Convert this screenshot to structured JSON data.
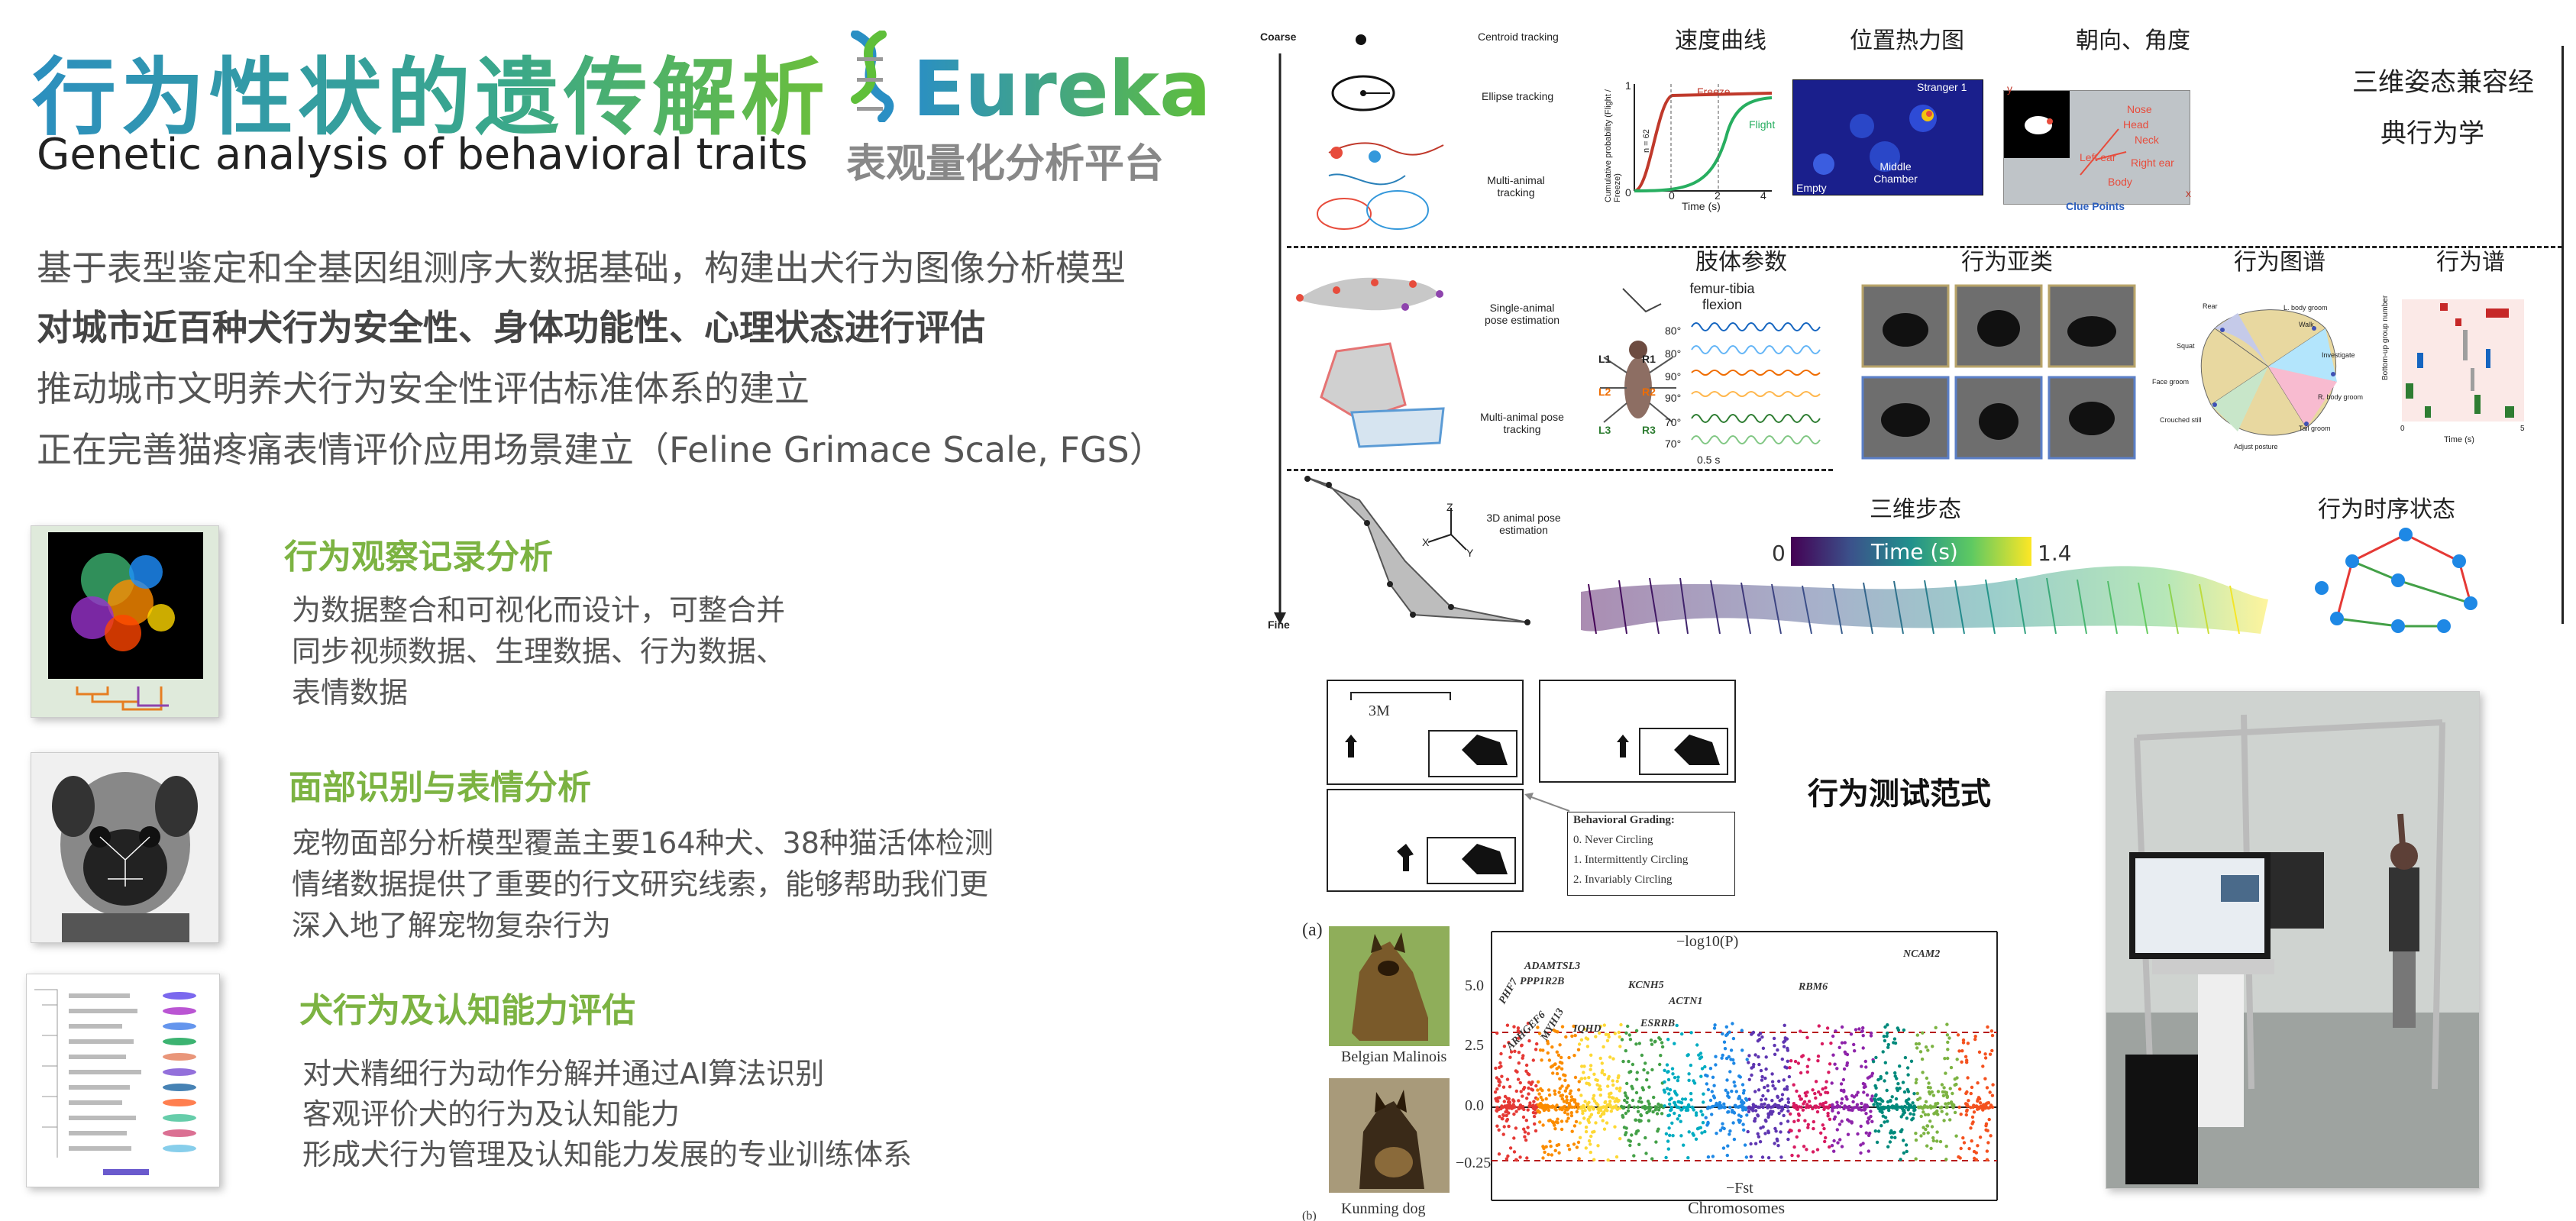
{
  "header": {
    "title_cn": "行为性状的遗传解析",
    "title_en": "Genetic analysis of behavioral traits",
    "brand": "Eureka",
    "brand_subtitle": "表观量化分析平台"
  },
  "intro": [
    "基于表型鉴定和全基因组测序大数据基础，构建出犬行为图像分析模型",
    "对城市近百种犬行为安全性、身体功能性、心理状态进行评估",
    "推动城市文明养犬行为安全性评估标准体系的建立",
    "正在完善猫疼痛表情评价应用场景建立（Feline Grimace Scale, FGS）"
  ],
  "features": [
    {
      "title": "行为观察记录分析",
      "lines": [
        "为数据整合和可视化而设计，可整合并",
        "同步视频数据、生理数据、行为数据、",
        "表情数据"
      ]
    },
    {
      "title": "面部识别与表情分析",
      "lines": [
        "宠物面部分析模型覆盖主要164种犬、38种猫活体检测",
        "情绪数据提供了重要的行文研究线索，能够帮助我们更",
        "深入地了解宠物复杂行为"
      ]
    },
    {
      "title": "犬行为及认知能力评估",
      "lines": [
        "对犬精细行为动作分解并通过AI算法识别",
        "客观评价犬的行为及认知能力",
        "形成犬行为管理及认知能力发展的专业训练体系"
      ]
    }
  ],
  "diagram": {
    "axis_top": "Coarse",
    "axis_bottom": "Fine",
    "row1": {
      "labels": [
        "Centroid tracking",
        "Ellipse tracking",
        "Multi-animal tracking"
      ],
      "headers": [
        "速度曲线",
        "位置热力图",
        "朝向、角度"
      ],
      "speed": {
        "ylabel": "Cumulative probability (Flight / Freeze)",
        "xlabel": "Time (s)",
        "freeze": "Freeze",
        "flight": "Flight",
        "y_top": "1",
        "y_bottom": "0",
        "x_ticks": [
          "0",
          "2",
          "4"
        ],
        "n": "n = 62"
      },
      "heat": {
        "stranger": "Stranger 1",
        "middle": "Middle Chamber",
        "empty": "Empty"
      },
      "angle": {
        "caption": "Clue Points",
        "y": "y",
        "x": "x",
        "parts": [
          "Nose",
          "Head",
          "Neck",
          "Left ear",
          "Right ear",
          "Body"
        ]
      }
    },
    "row2": {
      "labels": [
        "Single-animal pose estimation",
        "Multi-animal pose tracking"
      ],
      "headers": [
        "肢体参数",
        "行为亚类",
        "行为图谱",
        "行为谱"
      ],
      "limb": {
        "title": "femur-tibia flexion",
        "angles": [
          "80°",
          "80°",
          "90°",
          "90°",
          "70°",
          "70°"
        ],
        "legs": [
          "L1",
          "L2",
          "L3",
          "R1",
          "R2",
          "R3"
        ],
        "scale": "0.5 s"
      },
      "map": {
        "regions": [
          "Rear",
          "L. body groom",
          "Walk",
          "Squat",
          "Investigate",
          "Face groom",
          "R. body groom",
          "Crouched still",
          "Tail groom",
          "Adjust posture"
        ]
      },
      "spectrum": {
        "ylabel": "Bottom-up group number",
        "xlabel": "Time (s)",
        "x_ticks": [
          "0",
          "5"
        ]
      }
    },
    "row3": {
      "label": "3D animal pose estimation",
      "header_gait": "三维步态",
      "header_state": "行为时序状态",
      "colorbar": {
        "min": "0",
        "label": "Time (s)",
        "max": "1.4"
      },
      "axes": [
        "Z",
        "X",
        "Y"
      ]
    },
    "side_text": [
      "三维姿态兼容经",
      "典行为学"
    ]
  },
  "paradigm": {
    "title": "行为测试范式",
    "distance": "3M",
    "grading_title": "Behavioral Grading:",
    "grading": [
      "0. Never Circling",
      "1.  Intermittently Circling",
      "2. Invariably Circling"
    ]
  },
  "gwas": {
    "panel": "(a)",
    "panel_b": "(b)",
    "top_label": "−log10(P)",
    "bottom_label": "−Fst",
    "xlabel": "Chromosomes",
    "y_ticks": [
      "5.0",
      "2.5",
      "0.0",
      "−0.25"
    ],
    "genes": [
      "ADAMTSL3",
      "PPP1R2B",
      "PHF7",
      "ARHGEF6",
      "MYH13",
      "IQHD",
      "KCNH5",
      "ACTN1",
      "ESRRB",
      "RBM6",
      "NCAM2"
    ],
    "dogs": [
      "Belgian Malinois",
      "Kunming dog"
    ]
  },
  "colors": {
    "accent_green": "#7cb342",
    "title_blue": "#2c8fbf"
  }
}
